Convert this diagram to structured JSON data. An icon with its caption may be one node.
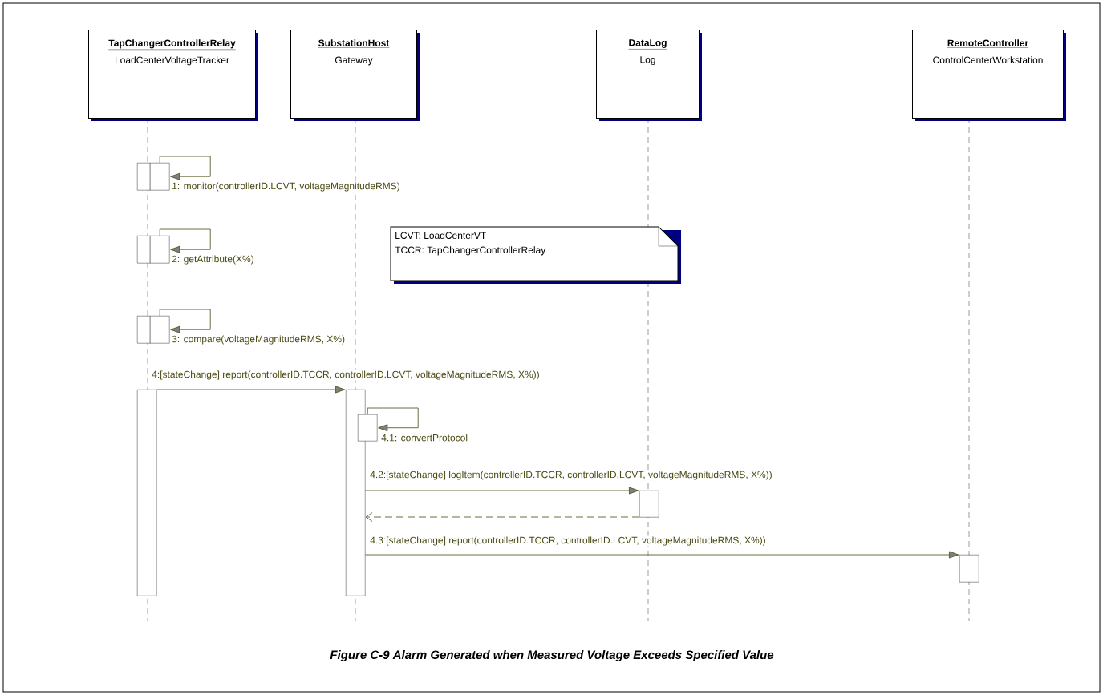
{
  "diagram": {
    "caption": "Figure C-9 Alarm Generated when Measured Voltage Exceeds Specified Value",
    "nodes": [
      {
        "text": [
          "TapChangerControllerRelay",
          "LoadCenterVoltageTracker"
        ]
      },
      {
        "text": [
          "SubstationHost",
          "Gateway"
        ]
      },
      {
        "text": [
          "DataLog",
          "Log"
        ]
      },
      {
        "text": [
          "RemoteController",
          "ControlCenterWorkstation"
        ]
      },
      {
        "text": [
          "LCVT: LoadCenterVT",
          "TCCR: TapChangerControllerRelay"
        ]
      },
      {
        "text": [],
        "shape": "bar"
      },
      {
        "text": [],
        "shape": "bar"
      },
      {
        "text": [],
        "shape": "bar"
      },
      {
        "text": [],
        "shape": "bar"
      },
      {
        "text": [],
        "shape": "bar"
      },
      {
        "text": [],
        "shape": "bar"
      },
      {
        "text": [],
        "shape": "bar"
      },
      {
        "text": [],
        "shape": "bar"
      },
      {
        "text": [],
        "shape": "bar"
      },
      {
        "text": [],
        "shape": "bar"
      },
      {
        "text": [],
        "shape": "bar"
      }
    ],
    "edges": [
      {
        "from": 6,
        "to": 6,
        "arrow": "to",
        "label": "1: monitor(controllerID.LCVT, voltageMagnitudeRMS)"
      },
      {
        "from": 8,
        "to": 8,
        "arrow": "to",
        "label": "2: getAttribute(X%)"
      },
      {
        "from": 10,
        "to": 10,
        "arrow": "to",
        "label": "3: compare(voltageMagnitudeRMS, X%)"
      },
      {
        "from": 11,
        "to": 12,
        "arrow": "to",
        "label": "4:[stateChange] report(controllerID.TCCR, controllerID.LCVT, voltageMagnitudeRMS, X%))"
      },
      {
        "from": 13,
        "to": 13,
        "arrow": "to",
        "label": "4.1: convertProtocol"
      },
      {
        "from": 12,
        "to": 14,
        "arrow": "to",
        "label": "4.2:[stateChange] logItem(controllerID.TCCR, controllerID.LCVT, voltageMagnitudeRMS, X%))"
      },
      {
        "from": 14,
        "to": 12,
        "arrow": "to",
        "style": "dashed"
      },
      {
        "from": 12,
        "to": 15,
        "arrow": "to",
        "label": "4.3:[stateChange] report(controllerID.TCCR, controllerID.LCVT, voltageMagnitudeRMS, X%))"
      }
    ]
  }
}
